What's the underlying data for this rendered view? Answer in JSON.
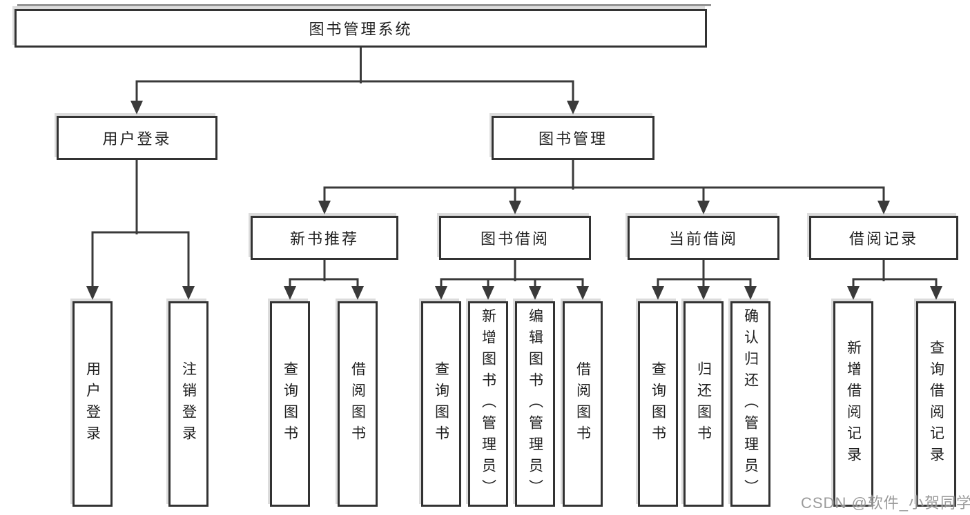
{
  "tree": {
    "root": {
      "label": "图书管理系统"
    },
    "user": {
      "label": "用户登录",
      "children": [
        {
          "label": "用户登录"
        },
        {
          "label": "注销登录"
        }
      ]
    },
    "book": {
      "label": "图书管理",
      "sections": [
        {
          "label": "新书推荐",
          "children": [
            {
              "label": "查询图书"
            },
            {
              "label": "借阅图书"
            }
          ]
        },
        {
          "label": "图书借阅",
          "children": [
            {
              "label": "查询图书"
            },
            {
              "label": "新增图书（管理员）"
            },
            {
              "label": "编辑图书（管理员）"
            },
            {
              "label": "借阅图书"
            }
          ]
        },
        {
          "label": "当前借阅",
          "children": [
            {
              "label": "查询图书"
            },
            {
              "label": "归还图书"
            },
            {
              "label": "确认归还（管理员）"
            }
          ]
        },
        {
          "label": "借阅记录",
          "children": [
            {
              "label": "新增借阅记录"
            },
            {
              "label": "查询借阅记录"
            }
          ]
        }
      ]
    }
  },
  "watermark": {
    "text": "CSDN @软件_小贺同学"
  },
  "colors": {
    "line": "#3a3a3a",
    "box_border": "#333333",
    "box_fill": "#ffffff",
    "text": "#1f1f1f",
    "watermark": "#8a8a8a",
    "background": "#ffffff"
  }
}
